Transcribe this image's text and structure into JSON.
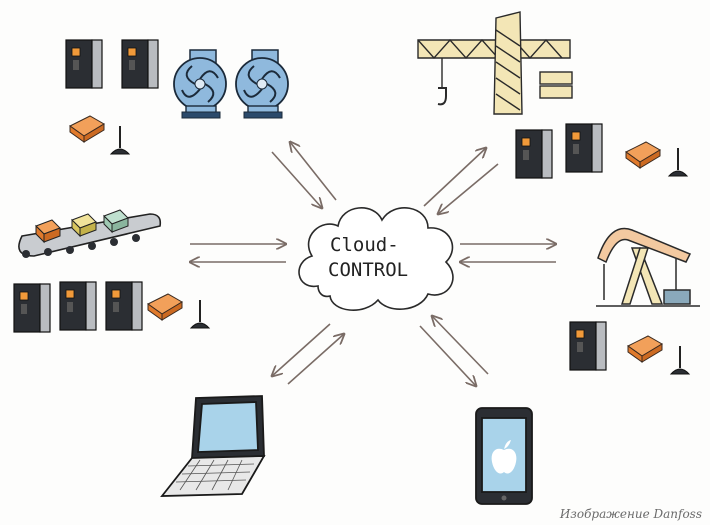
{
  "cloud": {
    "line1": "Cloud-",
    "line2": "CONTROL"
  },
  "nodes": {
    "top_left": "fan-station",
    "top_right": "construction-crane",
    "left": "conveyor-line",
    "right": "oil-pump",
    "bottom_left": "laptop",
    "bottom_right": "smartphone"
  },
  "credit": "Изображение Danfoss",
  "colors": {
    "drive_body": "#2b2e33",
    "drive_side": "#b9bcc0",
    "drive_display": "#f19a3a",
    "fan_blue": "#8fb9dd",
    "crane_yellow": "#f3e6b6",
    "modem_orange": "#ee8a3c",
    "pump_blue": "#8aa9bb",
    "arrow": "#7a6c66",
    "screen_blue": "#a9d3ea"
  }
}
